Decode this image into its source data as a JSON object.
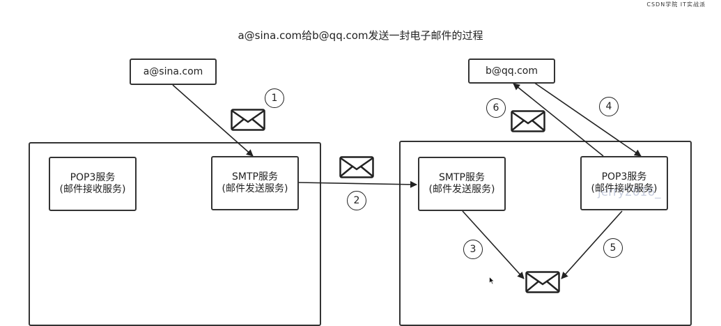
{
  "watermark": "CSDN学院  IT实战派",
  "title": "a@sina.com给b@qq.com发送一封电子邮件的过程",
  "sender": {
    "label": "a@sina.com"
  },
  "receiver": {
    "label": "b@qq.com"
  },
  "sina_server": {
    "pop3": {
      "name": "POP3服务",
      "desc": "(邮件接收服务)"
    },
    "smtp": {
      "name": "SMTP服务",
      "desc": "(邮件发送服务)"
    }
  },
  "qq_server": {
    "smtp": {
      "name": "SMTP服务",
      "desc": "(邮件发送服务)"
    },
    "pop3": {
      "name": "POP3服务",
      "desc": "(邮件接收服务)"
    }
  },
  "steps": [
    "1",
    "2",
    "3",
    "4",
    "5",
    "6"
  ],
  "ghost_text": "jerry2016_",
  "icons": {
    "envelope": "envelope-icon",
    "cursor": "cursor-icon"
  }
}
